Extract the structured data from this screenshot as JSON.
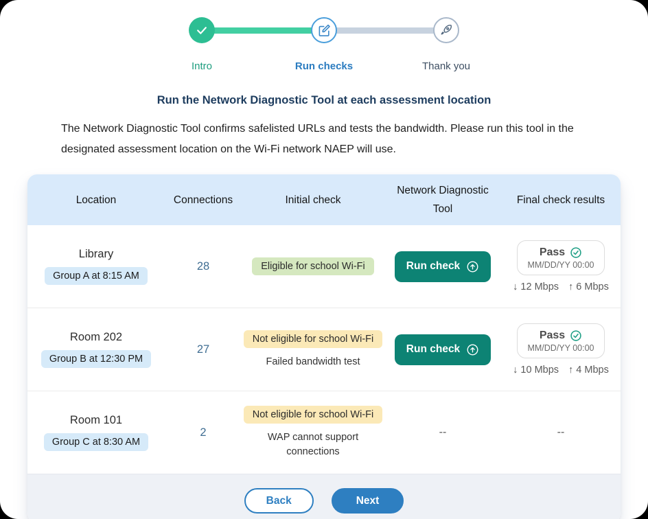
{
  "stepper": {
    "steps": [
      {
        "label": "Intro",
        "state": "complete"
      },
      {
        "label": "Run checks",
        "state": "active"
      },
      {
        "label": "Thank you",
        "state": "upcoming"
      }
    ]
  },
  "heading": "Run the Network Diagnostic Tool at each assessment location",
  "description": "The Network Diagnostic Tool confirms safelisted URLs and tests the bandwidth. Please run this tool in the designated assessment location on the Wi-Fi network NAEP will use.",
  "table": {
    "headers": [
      "Location",
      "Connections",
      "Initial check",
      "Network Diagnostic Tool",
      "Final check results"
    ],
    "rows": [
      {
        "location": "Library",
        "schedule": "Group A at 8:15 AM",
        "connections": "28",
        "initial_badge": "Eligible for school Wi-Fi",
        "run_check_label": "Run check",
        "result_status": "Pass",
        "result_timestamp": "MM/DD/YY 00:00",
        "download_speed": "12 Mbps",
        "upload_speed": "6 Mbps"
      },
      {
        "location": "Room 202",
        "schedule": "Group B at 12:30 PM",
        "connections": "27",
        "initial_badge": "Not eligible for school Wi-Fi",
        "initial_note": "Failed bandwidth test",
        "run_check_label": "Run check",
        "result_status": "Pass",
        "result_timestamp": "MM/DD/YY 00:00",
        "download_speed": "10 Mbps",
        "upload_speed": "4 Mbps"
      },
      {
        "location": "Room 101",
        "schedule": "Group C at 8:30 AM",
        "connections": "2",
        "initial_badge": "Not eligible for school Wi-Fi",
        "initial_note": "WAP cannot support connections",
        "ndt_value": "--",
        "final_value": "--"
      }
    ]
  },
  "icons": {
    "down_arrow": "↓",
    "up_arrow": "↑"
  },
  "footer": {
    "back_label": "Back",
    "next_label": "Next"
  },
  "colors": {
    "stepper_complete_green": "#2dbe93",
    "stepper_active_blue": "#4a9edb",
    "stepper_upcoming_gray": "#a9b8ca",
    "heading_navy": "#1d3c5e",
    "table_header_bg": "#d9eafb",
    "schedule_pill_bg": "#d6eaf9",
    "eligible_pill_bg": "#d5e8bf",
    "not_eligible_pill_bg": "#fbe9b7",
    "run_check_teal": "#0d8374",
    "pass_check_green": "#1f9f85",
    "primary_button_blue": "#2e7fc1",
    "footer_bg": "#eef1f6"
  }
}
